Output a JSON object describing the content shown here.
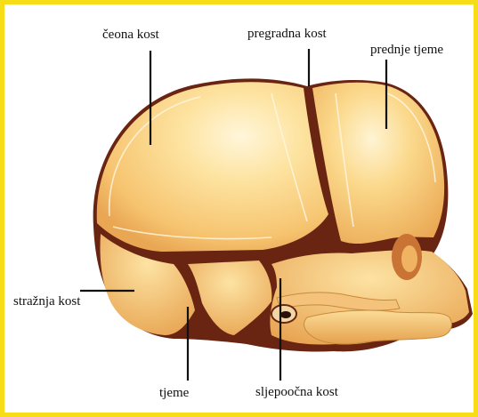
{
  "diagram": {
    "labels": {
      "frontal": "čeona kost",
      "septal": "pregradna kost",
      "anterior_fontanelle": "prednje tjeme",
      "occipital": "stražnja kost",
      "parietal": "tjeme",
      "temporal": "sljepoočna kost"
    },
    "colors": {
      "frame": "#f7dd17",
      "bone_light": "#fde9a8",
      "bone": "#f8c877",
      "bone_shadow": "#e4a24e",
      "suture": "#5a1e0e",
      "leader": "#111111"
    }
  }
}
